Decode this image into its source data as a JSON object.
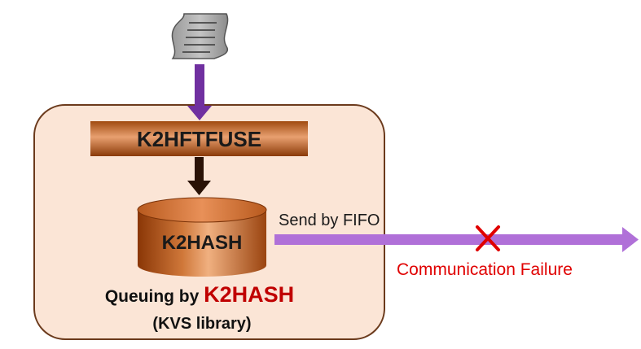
{
  "labels": {
    "k2hftfuse": "K2HFTFUSE",
    "k2hash_db": "K2HASH",
    "send_by_fifo": "Send by FIFO",
    "communication_failure": "Communication Failure",
    "queuing_prefix": "Queuing by ",
    "queuing_accent": "K2HASH",
    "kvs_library": "(KVS library)"
  },
  "icons": {
    "document": "document-scroll-icon",
    "failure": "red-x-icon"
  },
  "colors": {
    "container_fill": "#fbe5d6",
    "container_stroke": "#6b3a1c",
    "purple_arrow": "#7030a0",
    "lavender_arrow": "#b070d8",
    "dark_arrow": "#2a1206",
    "failure_red": "#e00000",
    "accent_red": "#c00000"
  }
}
